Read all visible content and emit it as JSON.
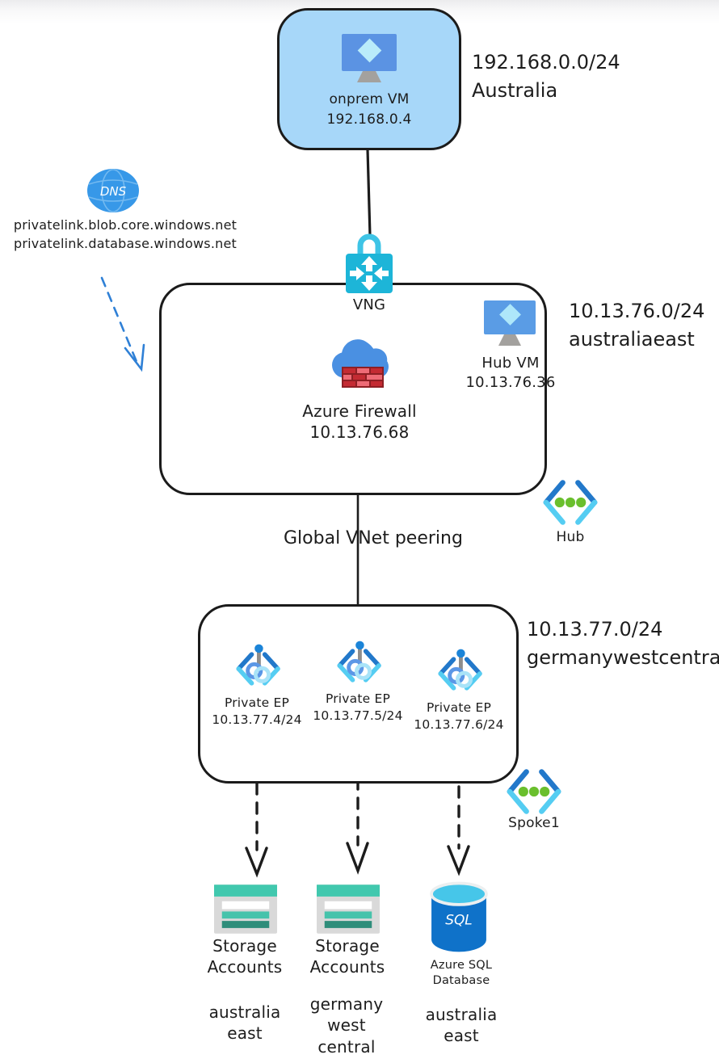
{
  "onprem": {
    "name": "onprem VM",
    "ip": "192.168.0.4",
    "cidr": "192.168.0.0/24",
    "region": "Australia"
  },
  "dns": {
    "label": "DNS",
    "zones": [
      "privatelink.blob.core.windows.net",
      "privatelink.database.windows.net"
    ]
  },
  "vng": {
    "label": "VNG"
  },
  "hub": {
    "cidr": "10.13.76.0/24",
    "region": "australiaeast",
    "firewall_name": "Azure Firewall",
    "firewall_ip": "10.13.76.68",
    "vm_name": "Hub VM",
    "vm_ip": "10.13.76.36",
    "vnet_label": "Hub"
  },
  "peering_label": "Global VNet peering",
  "spoke": {
    "cidr": "10.13.77.0/24",
    "region": "germanywestcentral",
    "vnet_label": "Spoke1",
    "endpoints": [
      {
        "name": "Private EP",
        "ip": "10.13.77.4/24"
      },
      {
        "name": "Private EP",
        "ip": "10.13.77.5/24"
      },
      {
        "name": "Private EP",
        "ip": "10.13.77.6/24"
      }
    ]
  },
  "targets": [
    {
      "name": "Storage Accounts",
      "region": "australia east"
    },
    {
      "name": "Storage Accounts",
      "region": "germany west central"
    },
    {
      "name": "Azure SQL Database",
      "region": "australia east",
      "badge": "SQL"
    }
  ],
  "colors": {
    "onprem_fill": "#a7d7f9",
    "teal": "#1db5d8",
    "vnet_dark": "#2278ca",
    "vnet_light": "#55cdf2",
    "dot_green": "#6abf2d",
    "dns_blue": "#3798e8",
    "arrow_blue": "#2f80d6",
    "storage_teal": "#41c8ae",
    "sql_blue": "#0f72c9",
    "firewall_red": "#c42b33"
  }
}
